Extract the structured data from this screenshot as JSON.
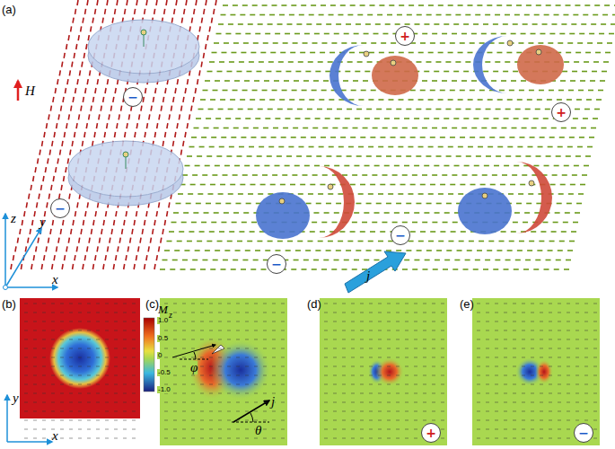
{
  "diagram": {
    "nodes": [
      {
        "text": [
          "−"
        ]
      },
      {
        "text": [
          "−"
        ]
      },
      {
        "text": [
          "+"
        ]
      },
      {
        "text": [
          "+"
        ]
      },
      {
        "text": [
          "−"
        ]
      },
      {
        "text": [
          "−"
        ]
      },
      {
        "text": [
          "+"
        ]
      },
      {
        "text": [
          "−"
        ]
      }
    ],
    "labels": [
      "(a)",
      "H",
      "z",
      "y",
      "x",
      "j",
      "(b)",
      "y",
      "x",
      "(c)",
      "M",
      "z",
      "1.0",
      "0.5",
      "0",
      "-0.5",
      "-1.0",
      "φ",
      "j",
      "θ",
      "(d)",
      "(e)"
    ]
  }
}
